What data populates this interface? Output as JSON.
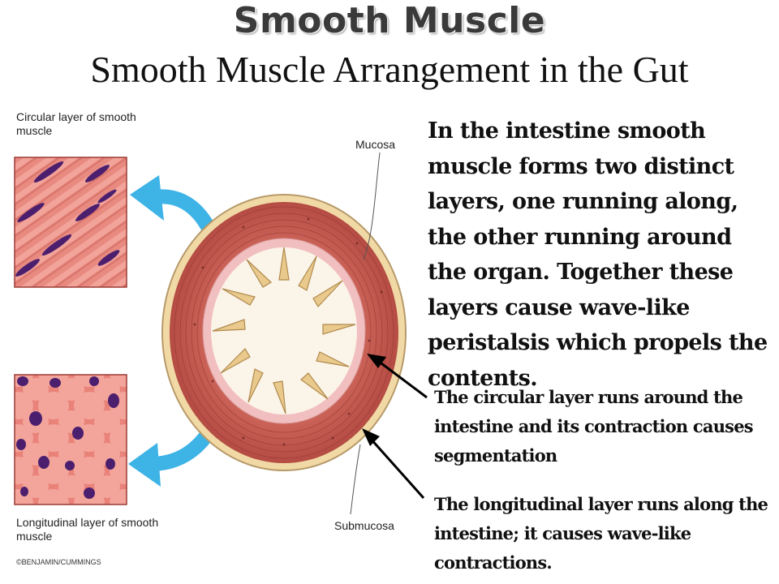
{
  "slide": {
    "title": "Smooth Muscle",
    "subtitle": "Smooth Muscle Arrangement in the Gut"
  },
  "diagram": {
    "labels": {
      "circular": "Circular layer of smooth muscle",
      "longitudinal": "Longitudinal layer of smooth muscle",
      "mucosa": "Mucosa",
      "submucosa": "Submucosa",
      "copyright": "©BENJAMIN/CUMMINGS"
    },
    "colors": {
      "muscle": "#c4584f",
      "muscle_dark": "#8e2f2b",
      "serosa": "#f1d9a6",
      "submucosa": "#f2bfc0",
      "mucosa_fold": "#e9c98c",
      "nucleus": "#4b1f6e",
      "arrow": "#3db3e6"
    }
  },
  "text": {
    "main": "In the intestine smooth muscle forms two distinct layers, one running along, the other running around the organ. Together these layers cause wave-like peristalsis which propels the contents.",
    "circular_note": "The circular layer runs around the intestine and its contraction causes segmentation",
    "longitudinal_note": "The longitudinal layer runs along the intestine; it causes wave-like contractions."
  }
}
